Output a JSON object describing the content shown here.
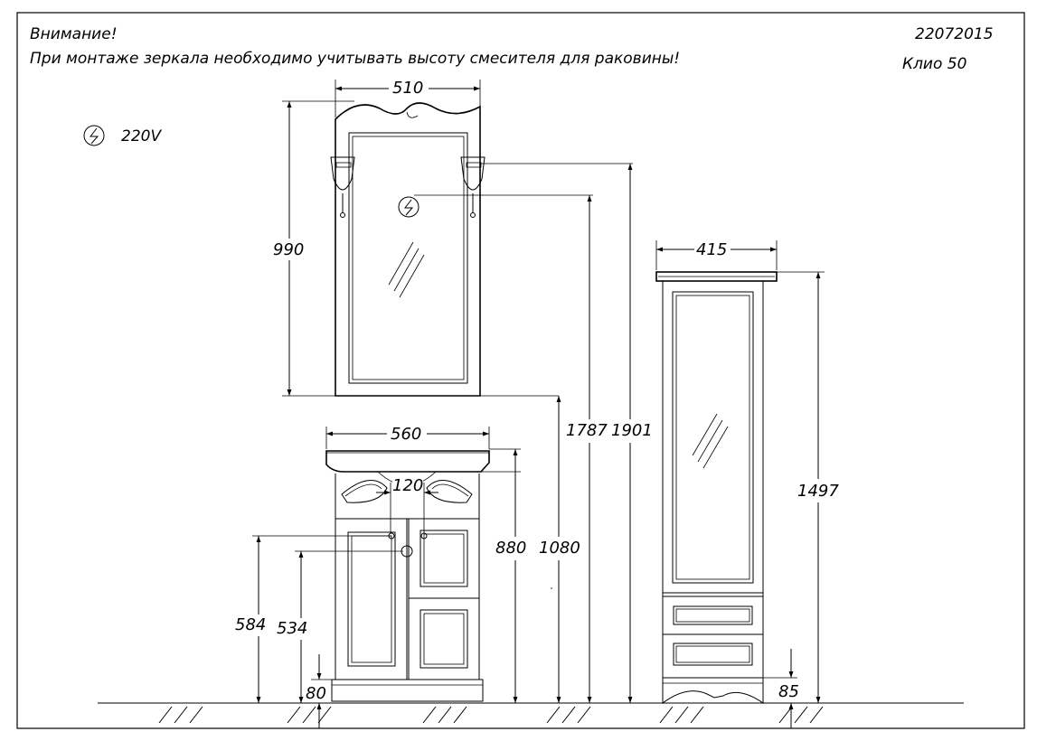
{
  "header": {
    "attention": "Внимание!",
    "warning": "При монтаже зеркала необходимо учитывать высоту смесителя для раковины!",
    "doc_number": "22072015",
    "model": "Клио  50"
  },
  "legend": {
    "power_label": "220V",
    "power_icon": "electric-socket-icon"
  },
  "dimensions": {
    "mirror_width": "510",
    "mirror_height": "990",
    "sink_width": "560",
    "faucet_spacing": "120",
    "cabinet_height": "880",
    "sink_top_height": "1080",
    "socket_height": "1787",
    "lamp_height": "1901",
    "pencil_width": "415",
    "pencil_body_height": "1497",
    "drain_height_1": "584",
    "drain_height_2": "534",
    "cabinet_plinth": "80",
    "pencil_plinth": "85"
  },
  "colors": {
    "line": "#000000",
    "background": "#ffffff"
  }
}
